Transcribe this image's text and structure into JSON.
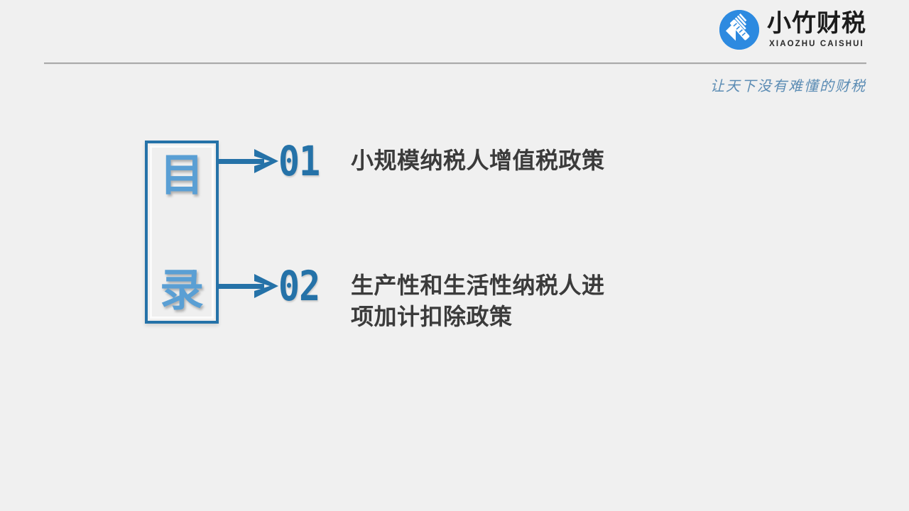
{
  "slide": {
    "background_color": "#f0f0f0",
    "accent_color": "#2572a8",
    "accent_light_color": "#5a9fd4",
    "logo_blue": "#2d8ae0",
    "text_color": "#3b3b3b"
  },
  "header": {
    "logo": {
      "icon_name": "xiaozhu-bamboo-logo",
      "brand_cn": "小竹财税",
      "brand_en": "XIAOZHU CAISHUI"
    },
    "divider": "",
    "tagline": "让天下没有难懂的财税"
  },
  "toc": {
    "label_char_1": "目",
    "label_char_2": "录",
    "entries": [
      {
        "number": "01",
        "title_lines": [
          "小规模纳税人增值税政策"
        ]
      },
      {
        "number": "02",
        "title_lines": [
          "生产性和生活性纳税人进",
          "项加计扣除政策"
        ]
      }
    ]
  }
}
